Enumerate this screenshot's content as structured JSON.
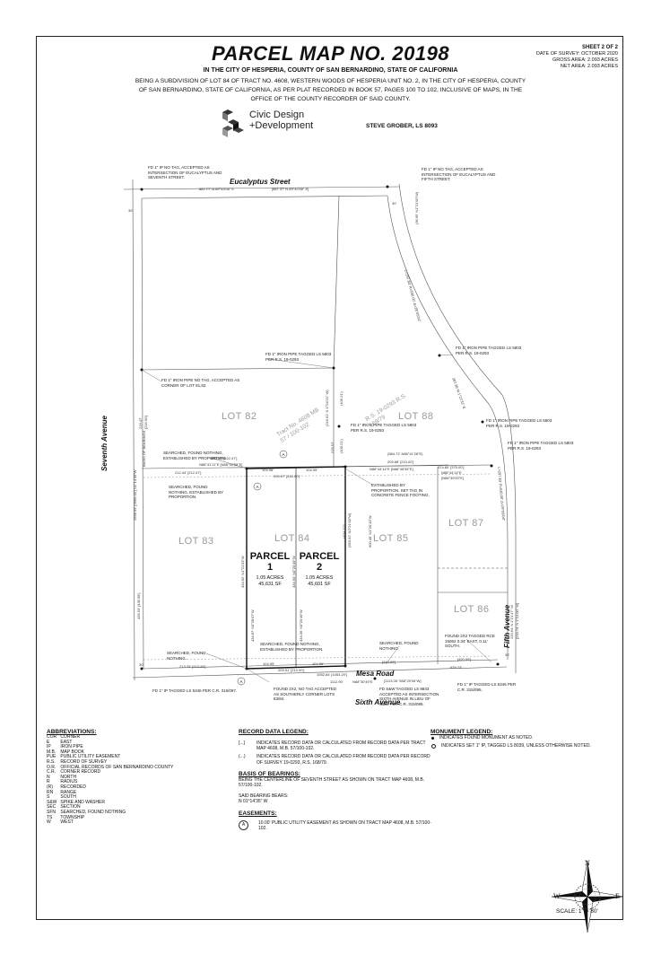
{
  "header": {
    "title": "PARCEL MAP NO. 20198",
    "subtitle": "IN THE CITY OF HESPERIA, COUNTY OF SAN BERNARDINO, STATE OF CALIFORNIA",
    "description": "BEING A SUBDIVISION OF LOT 84 OF TRACT NO. 4608, WESTERN WOODS OF HESPERIA UNIT NO. 2, IN THE CITY OF HESPERIA, COUNTY OF SAN BERNARDINO, STATE OF CALIFORNIA, AS PER PLAT RECORDED IN BOOK 57, PAGES 100 TO 102, INCLUSIVE OF MAPS, IN THE OFFICE OF THE COUNTY RECORDER OF SAID COUNTY.",
    "sheet": "SHEET 2 OF 2",
    "survey_date": "DATE OF SURVEY: OCTOBER 2020",
    "gross_area": "GROSS AREA: 2.093 ACRES",
    "net_area": "NET AREA: 2.093 ACRES",
    "logo_line1": "Civic Design",
    "logo_line2": "+Development",
    "surveyor": "STEVE GROBER, LS 8093"
  },
  "streets": {
    "eucalyptus": "Eucalyptus Street",
    "seventh": "Seventh Avenue",
    "fifth": "Fifth Avenue",
    "mesa": "Mesa Road",
    "sixth": "Sixth Avenue"
  },
  "lots": {
    "lot82": "LOT 82",
    "lot83": "LOT 83",
    "lot84": "LOT 84",
    "lot85": "LOT 85",
    "lot86": "LOT 86",
    "lot87": "LOT 87",
    "lot88": "LOT 88"
  },
  "parcels": {
    "p1_name": "PARCEL",
    "p1_num": "1",
    "p1_acres": "1.05 ACRES",
    "p1_sf": "45,631 SF",
    "p2_name": "PARCEL",
    "p2_num": "2",
    "p2_acres": "1.05 ACRES",
    "p2_sf": "45,601 SF"
  },
  "map_notes": {
    "nw_corner": "FD 1\" IP NO TAG, ACCEPTED AS INTERSECTION OF EUCALYPTUS AND SEVENTH STREET.",
    "ne_corner": "FD 1\" IP NO TAG, ACCEPTED AS INTERSECTION OF EUCALYPTUS AND FIFTH STREET.",
    "top_bearing": "887.77' N 89°43'08\" E",
    "top_bearing_rec": "[887.37' N 89°40'58\" E]",
    "lot81_note": "FD 1\" IRON PIPE NO TAG, ACCEPTED AS CORNER OF LOT 81,82",
    "pipe1": "FD 1\" IRON PIPE TAGGED LS 5803 PER R.S. 19-0293",
    "pipe2": "FD 1\" IRON PIPE TAGGED LS 5803 PER R.S. 19-0293",
    "pipe3": "FD 1\" IRON PIPE TAGGED LS 5803 PER R.S. 19-0293",
    "pipe4": "FD 1\" IRON PIPE TAGGED LS 5803 PER R.S. 19-0293",
    "pipe5": "FD 1\" IRON PIPE TAGGED LS 5803 PER R.S. 19-0293",
    "tract_ref": "Tract No. 4608 MB 57 / 100-102",
    "rs_ref": "R.S. 19-0293 R.S. 168/79",
    "searched1": "SEARCHED, FOUND NOTHING, ESTABLISHED BY PROPORTION",
    "searched2": "SEARCHED, FOUND NOTHING, ESTABLISHED BY PROPORTION.",
    "established": "ESTABLISHED BY PROPORTION. SET TAG IN CONCRETE FENCE FOOTING.",
    "searched3": "SEARCHED, FOUND NOTHING, ESTABLISHED BY PROPORTION.",
    "searched4": "SEARCHED, FOUND NOTHING.",
    "searched5": "SEARCHED, FOUND NOTHING.",
    "found2x2": "FOUND 2X2 TAGGED RCE 15062 0.34' EAST, 0.11' SOUTH.",
    "found2x2_south": "FOUND 2X2, NO TAG ACCEPTED AS SOUTHERLY CORNER LOTS 83/84.",
    "fd_sw": "FD 1\" IP TAGGED LS 5346 PER C.R. 315/097.",
    "fd_se": "FD 1\" IP TAGGED LS 5346 PER C.R. 315/095.",
    "fd_sw_tag": "FD S&W TAGGED LS 8843 ACCEPTED AS INTERSECTION SIXTH AVENUE IN LIEU OF S&W PER C.R. 315/095.",
    "dim_42239": "422.39' [422.47']",
    "brg_north": "N88°41'11\"E [N88°40'58\"E]",
    "dim_21244": "212.44' [212.47']",
    "dim_10498": "104.98'",
    "dim_10499": "104.99'",
    "dim_20997": "209.97' [210.00']",
    "dim_58472": "(584.72' N88°41'28\"E)",
    "dim_20988": "209.88' [210.00']",
    "brg_n2": "N88°44'14\"E [N88°48'35\"E]",
    "dim_37480": "374.80' [375.00']",
    "brg_n3": "N88°44'14\"E",
    "brg_n4": "[N88°39'00\"E]",
    "dim_21320": "213.20' [213.29']",
    "dim_10495": "104.95'",
    "dim_10496": "104.96'",
    "dim_20991": "209.91' [210.00']",
    "dim_105284": "1052.84' [1053.29']",
    "dim_111290": "1112.90'",
    "brg_s": "N88°30'49\"E",
    "dim_111335": "[1113.35' S88°29'06\"W]",
    "dim_62973": "629.73'",
    "dim_420": "[420.00']",
    "dim_210": "[210.00']",
    "left1": "2658.99' [2660.00'] N1°14'35\"W",
    "left_b": "BASIS OF BEARINGS",
    "left2": "435.53' [435.58']",
    "left3": "[216.50']",
    "left4": "216.47'",
    "v1": "434.92' N1°21'03\"W",
    "v2": "434.87' N0°28'07\"W",
    "v3": "434.90' N0°20'49\"W",
    "v4": "434.36' N0°20'49\"W",
    "v5": "(434.12')",
    "v6": "(550.62' N0°21'00\"W)",
    "v7": "(216.62' N 1°04'21\" W)",
    "v8": "(109.21')",
    "v9": "216.57'",
    "v10": "(109.21')",
    "v11": "(350.50' N0°21'00\"W)",
    "v12": "600.49' N1°20'10\"W",
    "curve1": "L=297.83' R=530.00' Δ=28°06'04\"",
    "curve2": "L=297.83' R=530.00' Δ=29°06'04\"",
    "curve3": "397.35' N 1°21'31\" E",
    "v_right1": "(36.65' N1°21'00\"W)",
    "v_right2": "233.64' N 1°21'17\" W",
    "v_right3": "[233.74' N 1°21'00\" W]",
    "thirty": "30'"
  },
  "abbreviations": {
    "heading": "ABBREVIATIONS:",
    "items": [
      [
        "COR",
        "CORNER"
      ],
      [
        "E",
        "EAST"
      ],
      [
        "IP",
        "IRON PIPE"
      ],
      [
        "M.B.",
        "MAP BOOK"
      ],
      [
        "PUE",
        "PUBLIC UTILITY EASEMENT"
      ],
      [
        "R.S.",
        "RECORD OF SURVEY"
      ],
      [
        "O.R.",
        "OFFICIAL RECORDS OF SAN BERNARDINO COUNTY"
      ],
      [
        "C.R.",
        "CORNER RECORD"
      ],
      [
        "N",
        "NORTH"
      ],
      [
        "R",
        "RADIUS"
      ],
      [
        "(R)",
        "RECORDED"
      ],
      [
        "RN",
        "RANGE"
      ],
      [
        "S",
        "SOUTH"
      ],
      [
        "S&W",
        "SPIKE AND WASHER"
      ],
      [
        "SEC",
        "SECTION"
      ],
      [
        "SFN",
        "SEARCHED, FOUND NOTHING"
      ],
      [
        "TS",
        "TOWNSHIP"
      ],
      [
        "W",
        "WEST"
      ]
    ]
  },
  "record_legend": {
    "heading": "RECORD DATA LEGEND:",
    "sym1": "[...]",
    "item1": "INDICATES RECORD DATA OR CALCULATED FROM RECORD DATA PER TRACT MAP 4608, M.B. 57/100-102.",
    "sym2": "(...)",
    "item2": "INDICATES RECORD DATA OR CALCULATED FROM RECORD DATA PER RECORD OF SURVEY 19-0293, R.S. 168/79."
  },
  "basis": {
    "heading": "BASIS OF BEARINGS:",
    "text": "BEING THE CENTERLINE OF SEVENTH STREET AS SHOWN ON TRACT MAP 4608, M.B. 57/100-102.",
    "bears_label": "SAID BEARING BEARS:",
    "bears_value": "N 01°14'35\" W"
  },
  "easements": {
    "heading": "EASEMENTS:",
    "sym": "A",
    "text": "10.00' PUBLIC UTILITY EASEMENT AS SHOWN ON TRACT MAP 4608, M.B. 57/100-102."
  },
  "monument_legend": {
    "heading": "MONUMENT LEGEND:",
    "item1": "INDICATES FOUND MONUMENT AS NOTED.",
    "item2": "INDICATES SET 1\" IP, TAGGED LS 8039, UNLESS OTHERWISE NOTED."
  },
  "compass": {
    "n": "N",
    "s": "S",
    "e": "E",
    "w": "W"
  },
  "scale": "SCALE: 1\" = 80'"
}
